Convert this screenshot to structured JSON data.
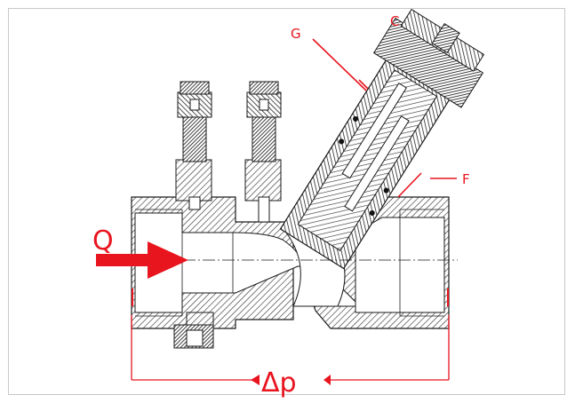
{
  "diagram": {
    "labels": {
      "g": "G",
      "c": "C",
      "f": "F",
      "q": "Q",
      "dp": "Δp"
    },
    "colors": {
      "annotation": "#e8141e",
      "hatch": "#3a3a3a",
      "outline": "#1a1a1a",
      "frame": "#c8c8c8"
    }
  }
}
